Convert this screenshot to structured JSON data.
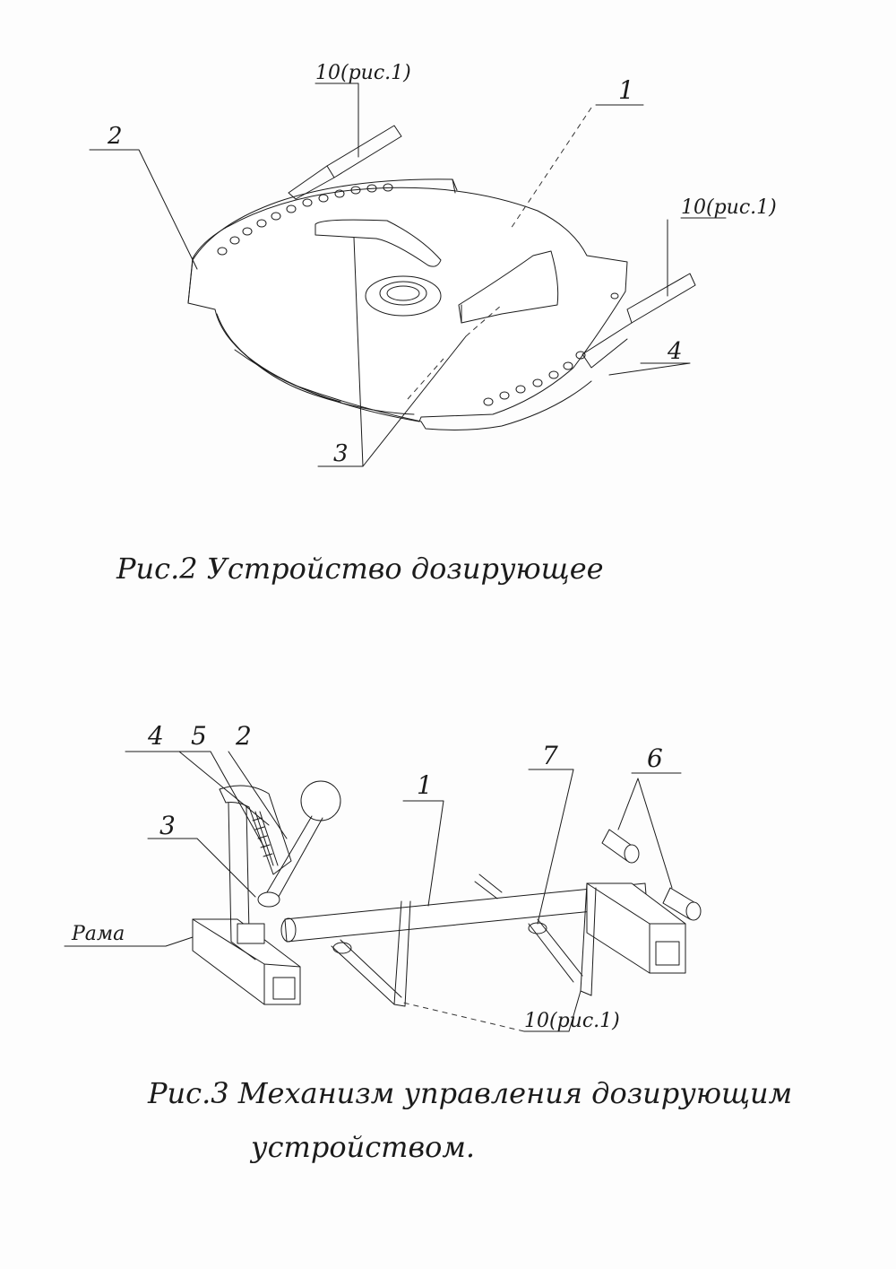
{
  "figure2": {
    "caption": "Рис.2 Устройство дозирующее",
    "labels": {
      "n1": "1",
      "n2": "2",
      "n3": "3",
      "n4": "4",
      "ref_top": "10(рис.1)",
      "ref_right": "10(рис.1)"
    }
  },
  "figure3": {
    "caption_line1": "Рис.3 Механизм управления дозирующим",
    "caption_line2": "устройством.",
    "labels": {
      "n4": "4",
      "n5": "5",
      "n2": "2",
      "n3": "3",
      "n1": "1",
      "n7": "7",
      "n6": "6",
      "frame": "Рама",
      "ref_bottom": "10(рис.1)"
    }
  }
}
